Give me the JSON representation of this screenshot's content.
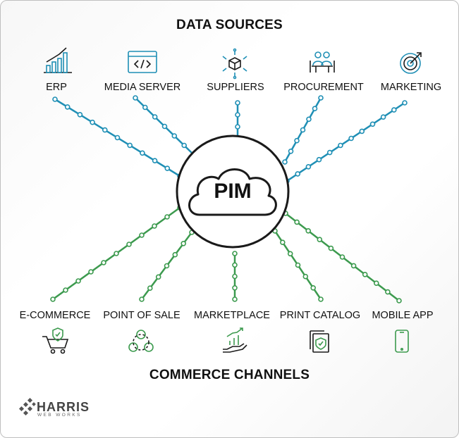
{
  "titles": {
    "top": "DATA SOURCES",
    "bottom": "COMMERCE CHANNELS"
  },
  "center": {
    "label": "PIM"
  },
  "sources": [
    {
      "label": "ERP",
      "icon": "bar-chart-icon"
    },
    {
      "label": "MEDIA SERVER",
      "icon": "code-window-icon"
    },
    {
      "label": "SUPPLIERS",
      "icon": "network-cube-icon"
    },
    {
      "label": "PROCUREMENT",
      "icon": "team-meeting-icon"
    },
    {
      "label": "MARKETING",
      "icon": "target-icon"
    }
  ],
  "channels": [
    {
      "label": "E-COMMERCE",
      "icon": "shopping-cart-icon"
    },
    {
      "label": "POINT OF SALE",
      "icon": "people-network-icon"
    },
    {
      "label": "MARKETPLACE",
      "icon": "hand-growth-icon"
    },
    {
      "label": "PRINT CATALOG",
      "icon": "document-shield-icon"
    },
    {
      "label": "MOBILE APP",
      "icon": "smartphone-icon"
    }
  ],
  "logo": {
    "name": "HARRIS",
    "tagline": "WEB WORKS"
  },
  "colors": {
    "source_line": "#1f8fb5",
    "channel_line": "#3c9a4e",
    "text": "#111111"
  }
}
